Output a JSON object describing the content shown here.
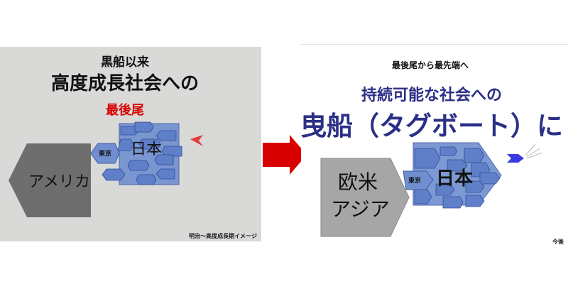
{
  "left_slide": {
    "line1": "黒船以来",
    "line2": "高度成長社会への",
    "line3": "最後尾",
    "america_label": "アメリカ",
    "tokyo_label": "東京",
    "japan_label": "日本",
    "caption": "明治～高度成長期イメージ"
  },
  "right_slide": {
    "line1": "最後尾から最先端へ",
    "line2": "持続可能な社会への",
    "line3": "曳船（タグボート）に",
    "west_asia_label_1": "欧米",
    "west_asia_label_2": "アジア",
    "tokyo_label": "東京",
    "japan_label": "日本",
    "caption": "今後"
  },
  "colors": {
    "left_background": "#d9d9d7",
    "japan_fill": "#6f8fd0",
    "america_fill": "#6e6e6e",
    "west_asia_fill": "#a6a6a6",
    "accent_red": "#d90000",
    "title_navy": "#2b2f86",
    "tug_blue": "#3a3ae0"
  }
}
